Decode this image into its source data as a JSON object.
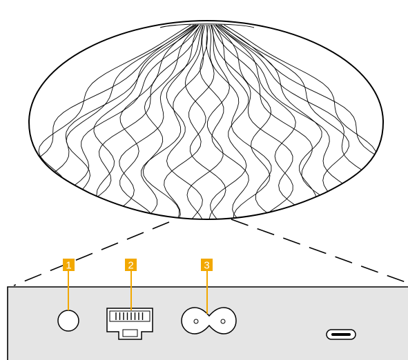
{
  "colors": {
    "callout_badge": "#F2A800",
    "callout_text": "#FFFFFF",
    "panel_fill": "#E5E5E5",
    "outline": "#000000",
    "background": "#FFFFFF"
  },
  "speaker": {
    "icon": "speaker-mesh-dome-icon"
  },
  "rear_panel": {
    "callouts": [
      {
        "number": "1",
        "icon": "round-port-icon"
      },
      {
        "number": "2",
        "icon": "ethernet-port-icon"
      },
      {
        "number": "3",
        "icon": "power-socket-icon"
      }
    ],
    "unlabeled_ports": [
      {
        "icon": "usb-c-port-icon"
      }
    ]
  }
}
